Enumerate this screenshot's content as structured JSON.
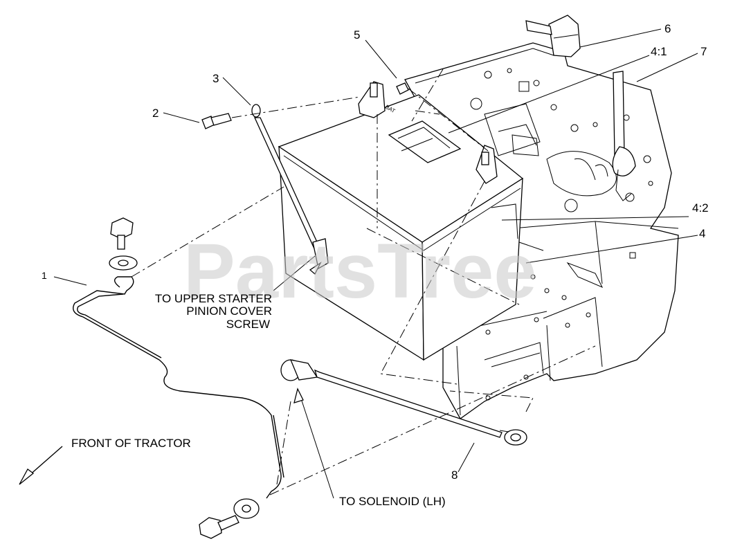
{
  "watermark": "PartsTree",
  "callouts": {
    "c1": "1",
    "c2": "2",
    "c3": "3",
    "c4": "4",
    "c4_1": "4:1",
    "c4_2": "4:2",
    "c5": "5",
    "c6": "6",
    "c7": "7",
    "c8": "8"
  },
  "notes": {
    "starter_line1": "TO UPPER STARTER",
    "starter_line2": "PINION COVER",
    "starter_line3": "SCREW",
    "front": "FRONT OF TRACTOR",
    "solenoid": "TO SOLENOID (LH)"
  }
}
